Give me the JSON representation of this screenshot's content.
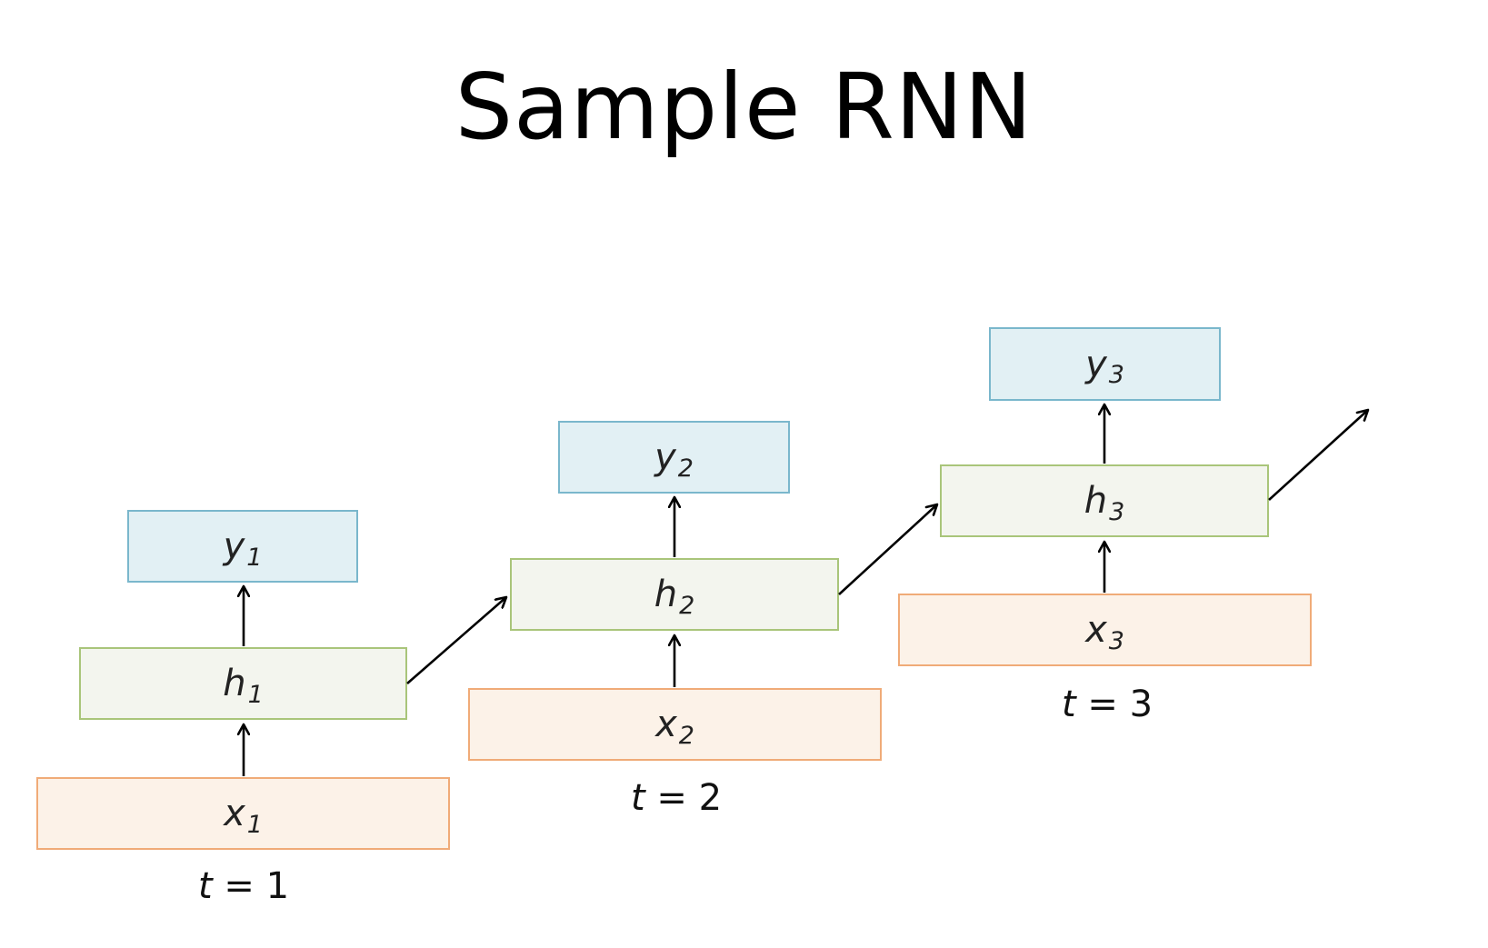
{
  "title": "Sample RNN",
  "steps": [
    {
      "output": {
        "base": "y",
        "sub": "1"
      },
      "hidden": {
        "base": "h",
        "sub": "1"
      },
      "input": {
        "base": "x",
        "sub": "1"
      },
      "time": {
        "var": "t",
        "eq": " = ",
        "val": "1"
      }
    },
    {
      "output": {
        "base": "y",
        "sub": "2"
      },
      "hidden": {
        "base": "h",
        "sub": "2"
      },
      "input": {
        "base": "x",
        "sub": "2"
      },
      "time": {
        "var": "t",
        "eq": " = ",
        "val": "2"
      }
    },
    {
      "output": {
        "base": "y",
        "sub": "3"
      },
      "hidden": {
        "base": "h",
        "sub": "3"
      },
      "input": {
        "base": "x",
        "sub": "3"
      },
      "time": {
        "var": "t",
        "eq": " = ",
        "val": "3"
      }
    }
  ],
  "colors": {
    "output_fill": "#e2f0f4",
    "output_border": "#7ab7cc",
    "hidden_fill": "#f3f5ee",
    "hidden_border": "#a9c57a",
    "input_fill": "#fcf2e8",
    "input_border": "#f0ab78",
    "arrow": "#000000"
  }
}
